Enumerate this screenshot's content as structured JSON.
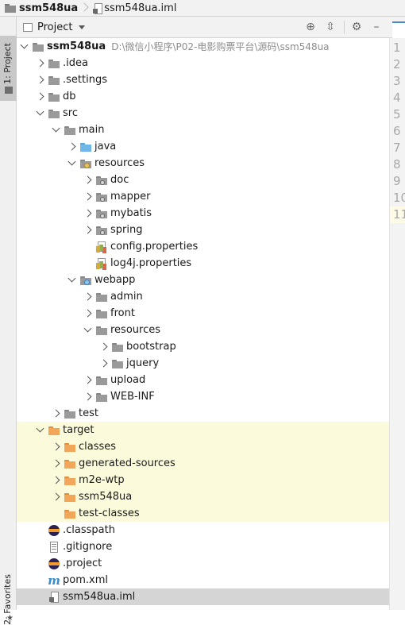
{
  "breadcrumb": {
    "project": "ssm548ua",
    "file": "ssm548ua.iml"
  },
  "sidebar": {
    "project_tab": "1: Project",
    "favorites_tab": "2: Favorites"
  },
  "toolbar": {
    "view_label": "Project"
  },
  "gutter": [
    "1",
    "2",
    "3",
    "4",
    "5",
    "6",
    "7",
    "8",
    "9",
    "10",
    "11"
  ],
  "tree": [
    {
      "label": "ssm548ua",
      "path": "D:\\微信小程序\\P02-电影购票平台\\源码\\ssm548ua",
      "depth": 0,
      "arrow": "down",
      "icon": "folder grey",
      "bold": true
    },
    {
      "label": ".idea",
      "depth": 1,
      "arrow": "right",
      "icon": "folder grey"
    },
    {
      "label": ".settings",
      "depth": 1,
      "arrow": "right",
      "icon": "folder grey"
    },
    {
      "label": "db",
      "depth": 1,
      "arrow": "right",
      "icon": "folder grey"
    },
    {
      "label": "src",
      "depth": 1,
      "arrow": "down",
      "icon": "folder grey"
    },
    {
      "label": "main",
      "depth": 2,
      "arrow": "down",
      "icon": "folder grey"
    },
    {
      "label": "java",
      "depth": 3,
      "arrow": "right",
      "icon": "folder blue"
    },
    {
      "label": "resources",
      "depth": 3,
      "arrow": "down",
      "icon": "folder grey",
      "badge": "res"
    },
    {
      "label": "doc",
      "depth": 4,
      "arrow": "right",
      "icon": "folder grey",
      "badge": "pkg"
    },
    {
      "label": "mapper",
      "depth": 4,
      "arrow": "right",
      "icon": "folder grey",
      "badge": "pkg"
    },
    {
      "label": "mybatis",
      "depth": 4,
      "arrow": "right",
      "icon": "folder grey",
      "badge": "pkg"
    },
    {
      "label": "spring",
      "depth": 4,
      "arrow": "right",
      "icon": "folder grey",
      "badge": "pkg"
    },
    {
      "label": "config.properties",
      "depth": 4,
      "arrow": "none",
      "icon": "props"
    },
    {
      "label": "log4j.properties",
      "depth": 4,
      "arrow": "none",
      "icon": "props"
    },
    {
      "label": "webapp",
      "depth": 3,
      "arrow": "down",
      "icon": "folder grey",
      "badge": "web"
    },
    {
      "label": "admin",
      "depth": 4,
      "arrow": "right",
      "icon": "folder grey"
    },
    {
      "label": "front",
      "depth": 4,
      "arrow": "right",
      "icon": "folder grey"
    },
    {
      "label": "resources",
      "depth": 4,
      "arrow": "down",
      "icon": "folder grey"
    },
    {
      "label": "bootstrap",
      "depth": 5,
      "arrow": "right",
      "icon": "folder grey"
    },
    {
      "label": "jquery",
      "depth": 5,
      "arrow": "right",
      "icon": "folder grey"
    },
    {
      "label": "upload",
      "depth": 4,
      "arrow": "right",
      "icon": "folder grey"
    },
    {
      "label": "WEB-INF",
      "depth": 4,
      "arrow": "right",
      "icon": "folder grey"
    },
    {
      "label": "test",
      "depth": 2,
      "arrow": "right",
      "icon": "folder grey"
    },
    {
      "label": "target",
      "depth": 1,
      "arrow": "down",
      "icon": "folder orange",
      "excluded": true
    },
    {
      "label": "classes",
      "depth": 2,
      "arrow": "right",
      "icon": "folder orange",
      "excluded": true
    },
    {
      "label": "generated-sources",
      "depth": 2,
      "arrow": "right",
      "icon": "folder orange",
      "excluded": true
    },
    {
      "label": "m2e-wtp",
      "depth": 2,
      "arrow": "right",
      "icon": "folder orange",
      "excluded": true
    },
    {
      "label": "ssm548ua",
      "depth": 2,
      "arrow": "right",
      "icon": "folder orange",
      "excluded": true
    },
    {
      "label": "test-classes",
      "depth": 2,
      "arrow": "none",
      "icon": "folder orange",
      "excluded": true
    },
    {
      "label": ".classpath",
      "depth": 1,
      "arrow": "none",
      "icon": "eclipse"
    },
    {
      "label": ".gitignore",
      "depth": 1,
      "arrow": "none",
      "icon": "gitig"
    },
    {
      "label": ".project",
      "depth": 1,
      "arrow": "none",
      "icon": "eclipse"
    },
    {
      "label": "pom.xml",
      "depth": 1,
      "arrow": "none",
      "icon": "maven",
      "glyph": "m"
    },
    {
      "label": "ssm548ua.iml",
      "depth": 1,
      "arrow": "none",
      "icon": "iml",
      "selected": true
    }
  ]
}
